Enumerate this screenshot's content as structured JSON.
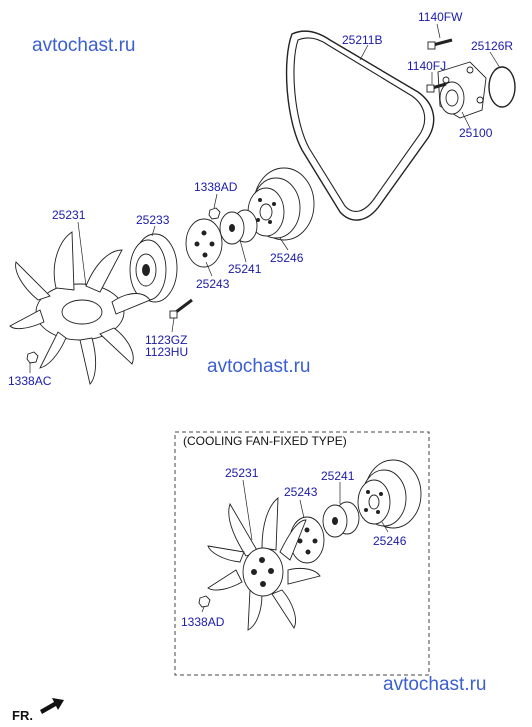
{
  "watermarks": [
    "avtochast.ru",
    "avtochast.ru",
    "avtochast.ru"
  ],
  "labels": {
    "p1140FW": "1140FW",
    "p25211B": "25211B",
    "p25126R": "25126R",
    "p1140FJ": "1140FJ",
    "p25100": "25100",
    "p1338AD_top": "1338AD",
    "p25231_top": "25231",
    "p25233": "25233",
    "p25241_top": "25241",
    "p25246_top": "25246",
    "p25243_top": "25243",
    "p1123GZ": "1123GZ",
    "p1123HU": "1123HU",
    "p1338AC": "1338AC",
    "p25231_bot": "25231",
    "p25243_bot": "25243",
    "p25241_bot": "25241",
    "p25246_bot": "25246",
    "p1338AD_bot": "1338AD"
  },
  "inset_title": "(COOLING FAN-FIXED TYPE)",
  "direction_label": "FR.",
  "colors": {
    "label_blue": "#1a1aa8",
    "watermark_blue": "#3a5fd0"
  }
}
